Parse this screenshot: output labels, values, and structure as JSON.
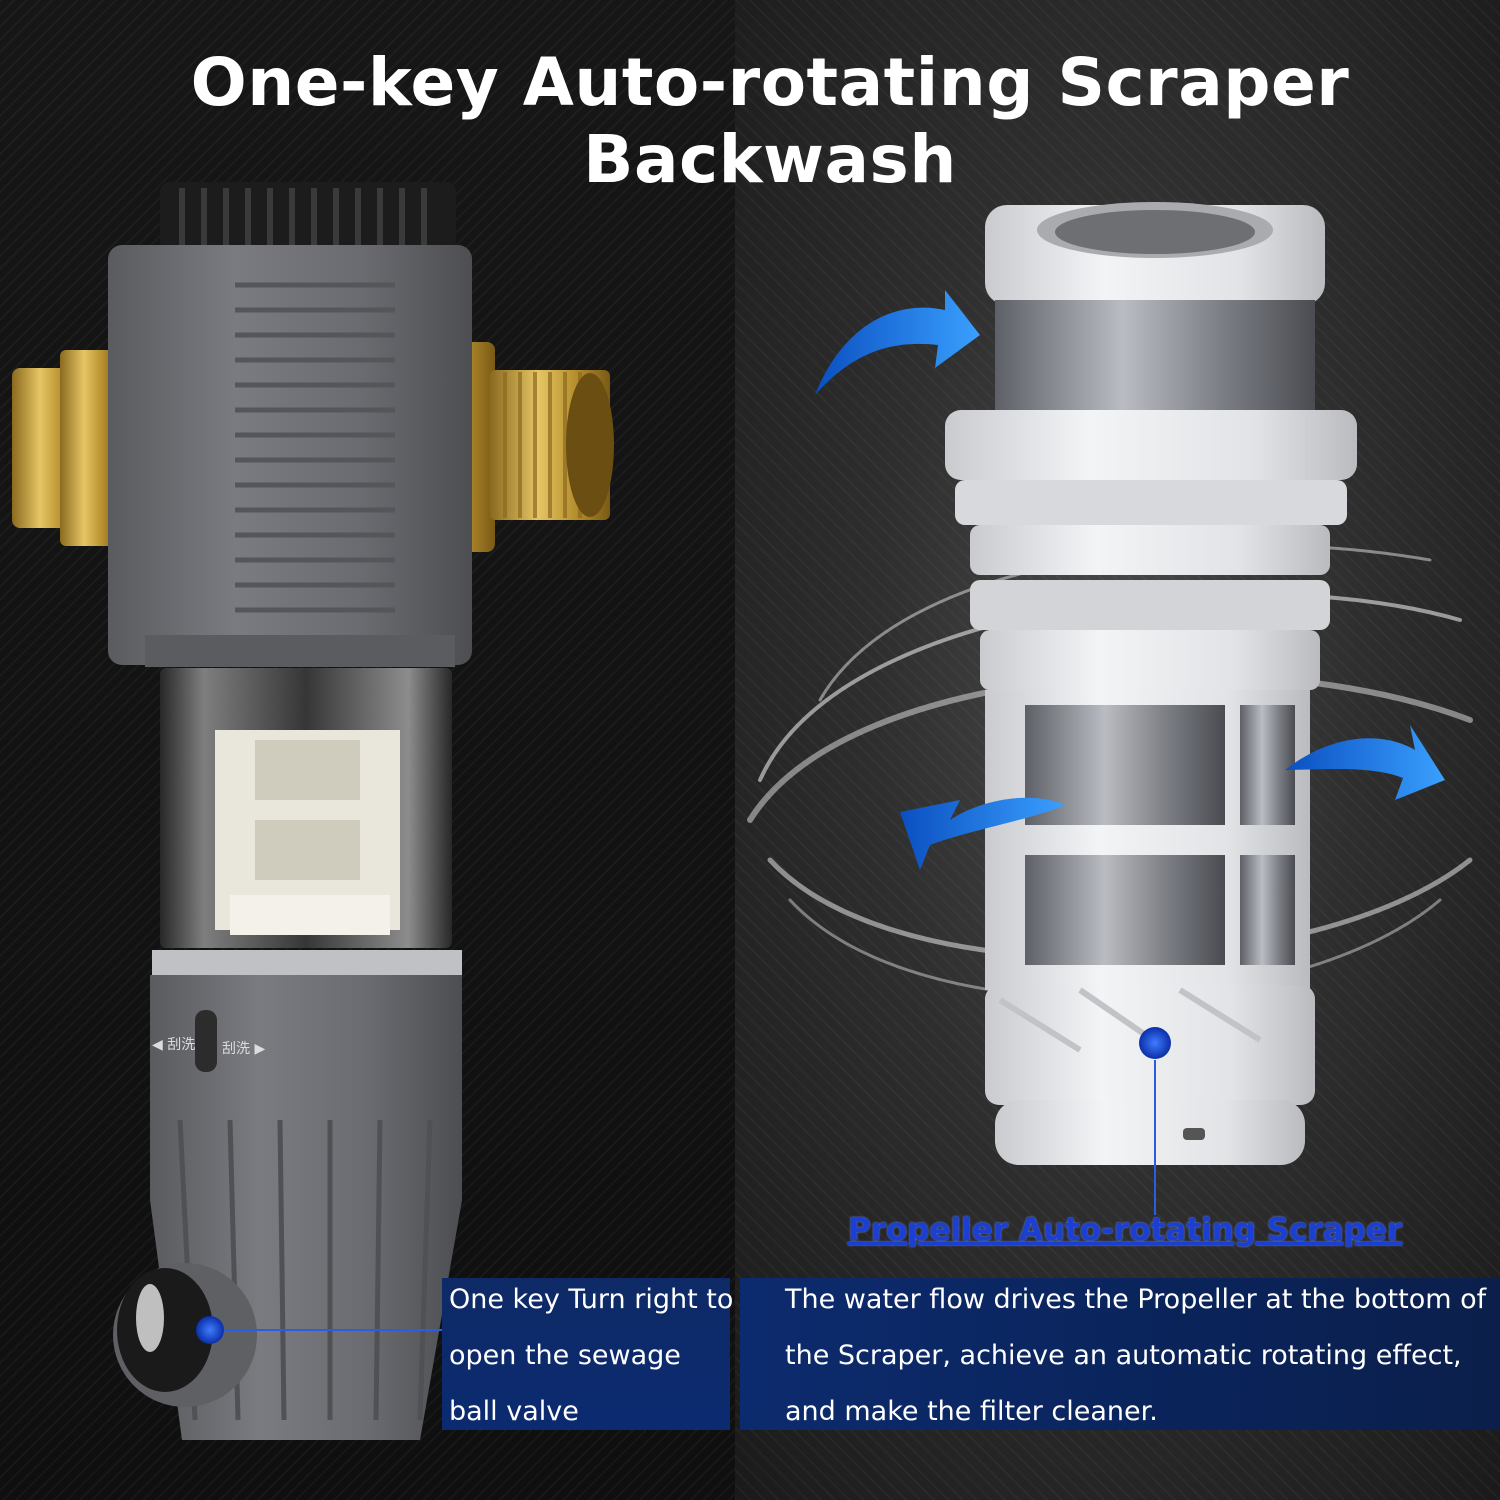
{
  "title": "One-key Auto-rotating Scraper Backwash",
  "callouts": {
    "scraper_label": "Propeller Auto-rotating Scraper",
    "valve_text": "One key Turn right to open the sewage ball valve",
    "propeller_text": "The water flow drives the Propeller at the bottom of the Scraper, achieve an automatic rotating effect, and make the filter cleaner."
  },
  "product_markings": {
    "left_mark": "◀ 刮洗",
    "right_mark": "刮洗 ▶"
  },
  "colors": {
    "accent_blue": "#1e6fe0",
    "callout_bg": "#0b2a70",
    "housing_gray": "#6e6f73",
    "brass": "#c9a441"
  }
}
